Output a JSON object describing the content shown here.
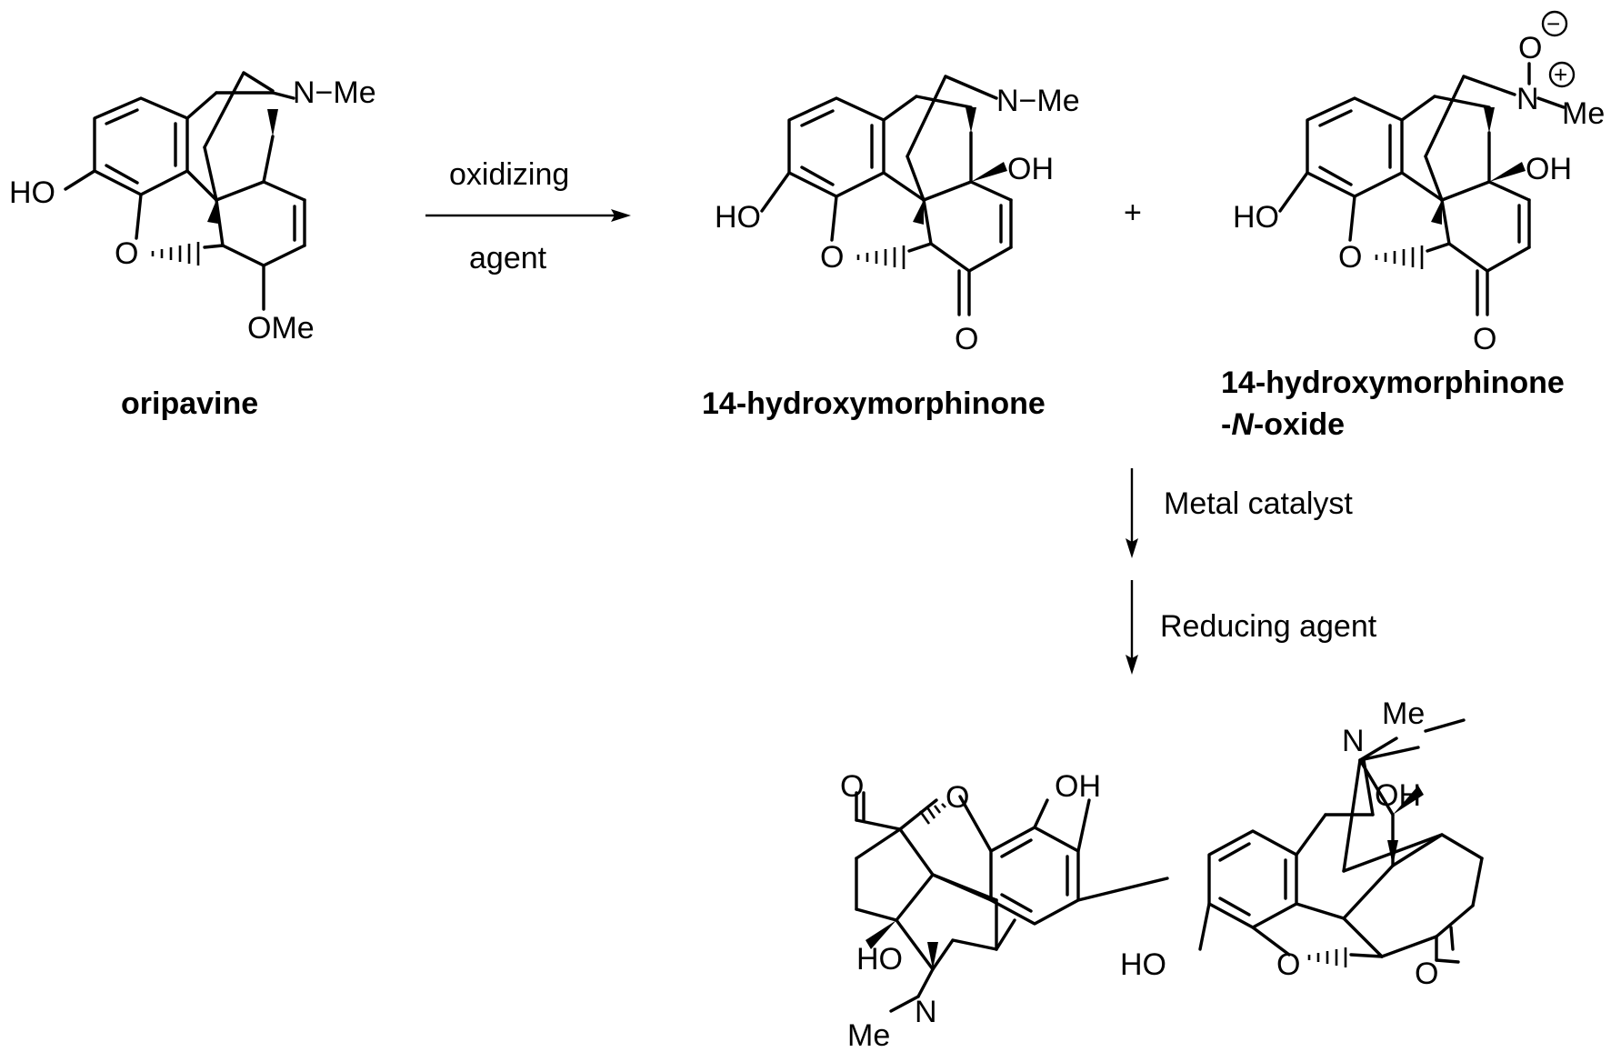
{
  "scheme": {
    "arrow1": {
      "top_label": "oxidizing",
      "bottom_label": "agent"
    },
    "plus_sign": "+",
    "arrow2": {
      "label": "Metal catalyst"
    },
    "arrow3": {
      "label": "Reducing agent"
    },
    "compounds": {
      "oripavine": {
        "name": "oripavine"
      },
      "hydroxymorphinone": {
        "name": "14-hydroxymorphinone"
      },
      "n_oxide": {
        "name_line1": "14-hydroxymorphinone",
        "name_line2_prefix": "-",
        "name_line2_italic": "N",
        "name_line2_suffix": "-oxide"
      }
    },
    "atoms": {
      "HO": "HO",
      "OH": "OH",
      "O": "O",
      "N": "N",
      "Me": "Me",
      "N_Me": "N−Me",
      "OMe": "OMe",
      "minus": "−",
      "plus": "+"
    }
  }
}
